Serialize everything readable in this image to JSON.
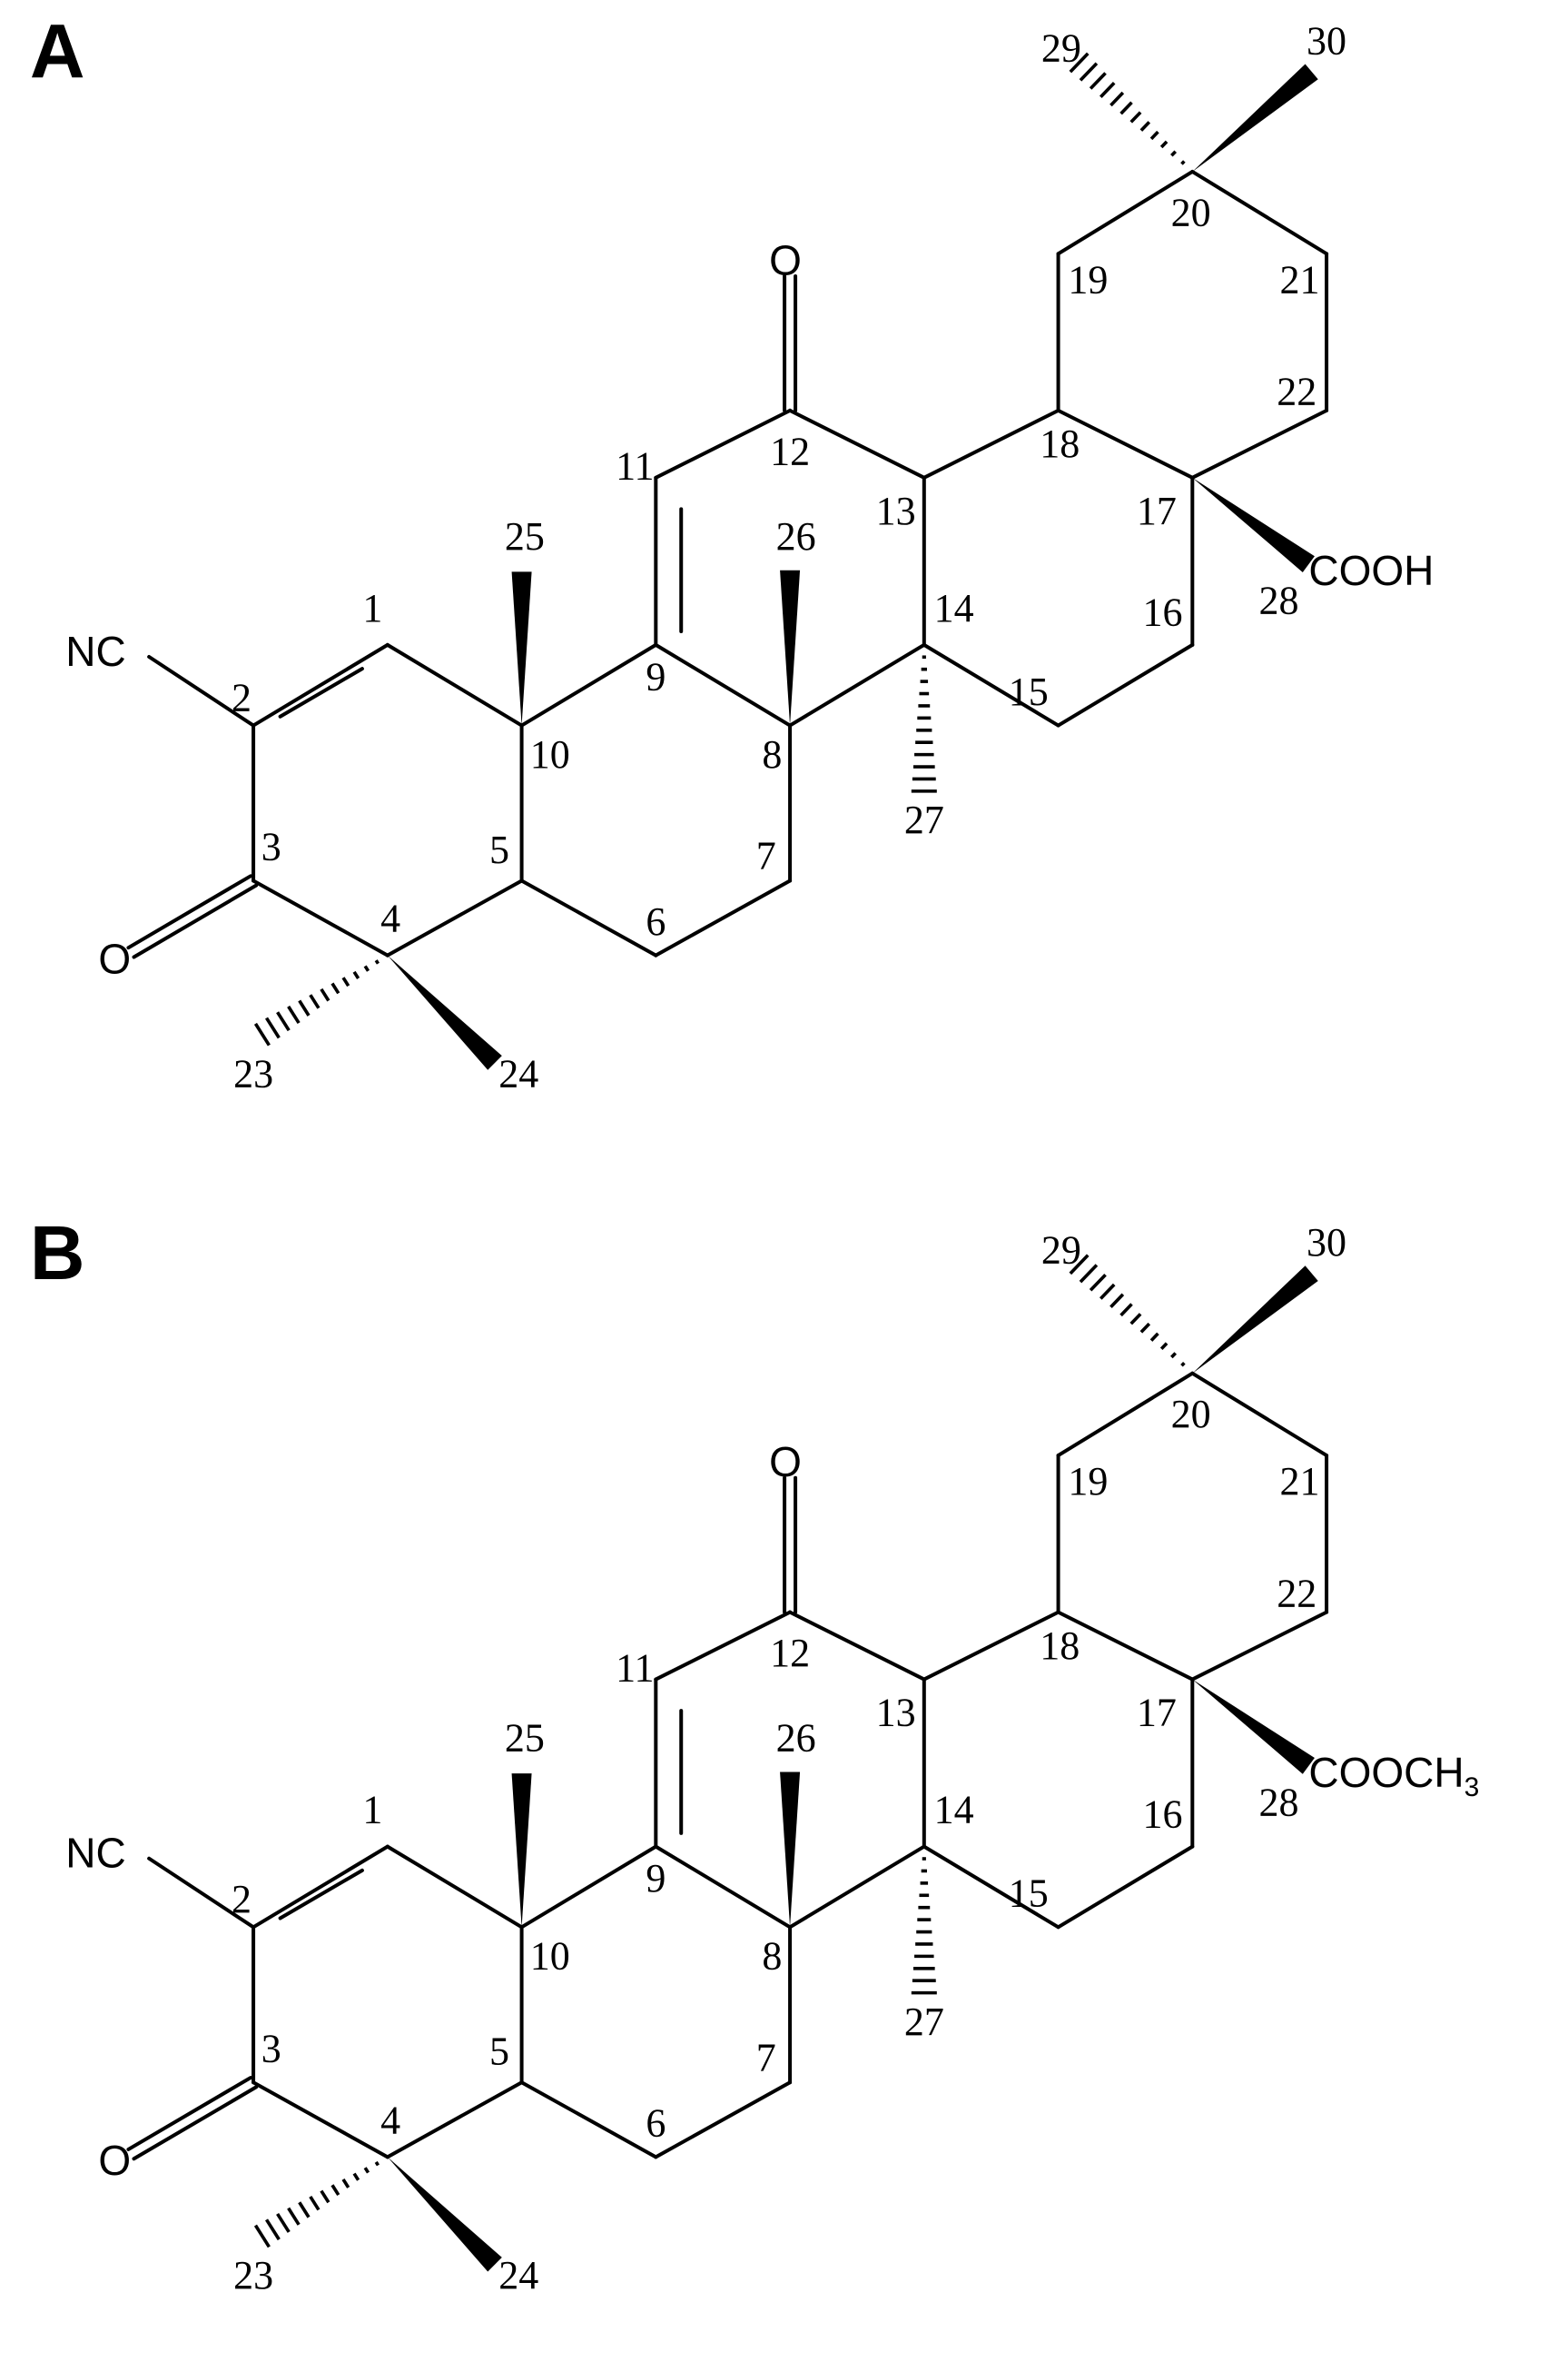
{
  "panels": [
    {
      "label": "A",
      "numbers": [
        "1",
        "2",
        "3",
        "4",
        "5",
        "6",
        "7",
        "8",
        "9",
        "10",
        "11",
        "12",
        "13",
        "14",
        "15",
        "16",
        "17",
        "18",
        "19",
        "20",
        "21",
        "22",
        "23",
        "24",
        "25",
        "26",
        "27",
        "28",
        "29",
        "30"
      ],
      "atoms": {
        "nitrile": "NC",
        "ketone3": "O",
        "ketone12": "O"
      },
      "substituent": {
        "text": "COOH",
        "subscript": ""
      }
    },
    {
      "label": "B",
      "numbers": [
        "1",
        "2",
        "3",
        "4",
        "5",
        "6",
        "7",
        "8",
        "9",
        "10",
        "11",
        "12",
        "13",
        "14",
        "15",
        "16",
        "17",
        "18",
        "19",
        "20",
        "21",
        "22",
        "23",
        "24",
        "25",
        "26",
        "27",
        "28",
        "29",
        "30"
      ],
      "atoms": {
        "nitrile": "NC",
        "ketone3": "O",
        "ketone12": "O"
      },
      "substituent": {
        "text": "COOCH",
        "subscript": "3"
      }
    }
  ]
}
